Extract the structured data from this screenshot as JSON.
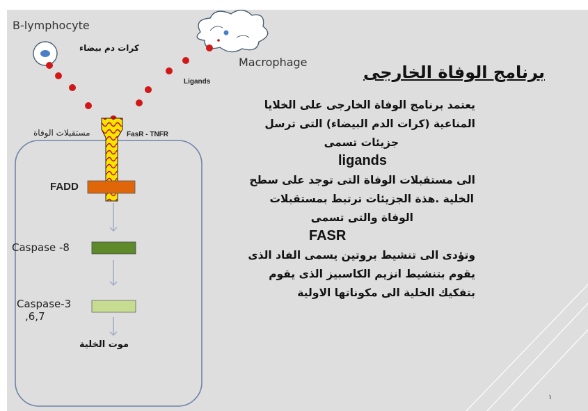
{
  "diagram": {
    "b_lymphocyte_label": "B-lymphocyte",
    "white_blood_cells_ar": "كرات دم بيضاء",
    "macrophage_label": "Macrophage",
    "ligands_label": "Ligands",
    "death_receptors_ar": "مستقبلات الوفاة",
    "receptor_label": "FasR - TNFR",
    "fadd_label": "FADD",
    "caspase8_label": "Caspase -8",
    "caspase3_label_line1": "Caspase-3",
    "caspase3_label_line2": ",6,7",
    "cell_death_ar": "موت الخلية",
    "colors": {
      "ligand": "#d01818",
      "fadd": "#e0660a",
      "caspase8": "#5e8a2c",
      "caspase3": "#c6dc90",
      "receptor_fill": "#f4e600",
      "receptor_squiggle": "#c8001e"
    }
  },
  "text_panel": {
    "title": "برنامج الوفاة الخارجى",
    "lines": [
      "يعتمد برنامج الوفاة الخارجى على الخلايا",
      "المناعية (كرات الدم البيضاء) التى ترسل",
      "جزيئات  تسمى",
      "ligands",
      "الى مستقبلات الوفاة التى توجد على سطح",
      "الخلية .هذة الجزيئات ترتبط بمستقبلات",
      "الوفاة والتى تسمى",
      "FASR",
      "وتؤدى الى تنشيط بروتين يسمى الفاد  الذى",
      "يقوم بتنشيط انزيم  الكاسبيز الذى يقوم",
      "بتفكيك الخلية الى مكوناتها الاولية"
    ]
  },
  "page_number": "١"
}
